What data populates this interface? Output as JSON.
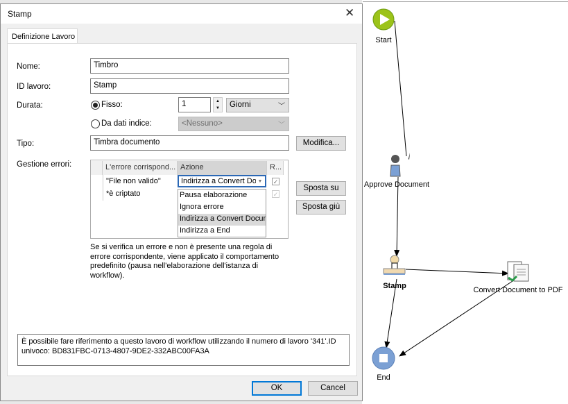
{
  "dialog": {
    "title": "Stamp",
    "tab": "Definizione Lavoro",
    "labels": {
      "nome": "Nome:",
      "id": "ID lavoro:",
      "durata": "Durata:",
      "tipo": "Tipo:",
      "errori": "Gestione errori:"
    },
    "nome": "Timbro",
    "id_lavoro": "Stamp",
    "durata": {
      "fisso_label": "Fisso:",
      "fisso_selected": true,
      "value": "1",
      "unit": "Giorni",
      "indice_label": "Da dati indice:",
      "indice_value": "<Nessuno>"
    },
    "tipo": "Timbra documento",
    "modifica": "Modifica...",
    "grid": {
      "headers": [
        "L'errore corrispond...",
        "Azione",
        "R..."
      ],
      "rows": [
        {
          "match": "\"File non valido\"",
          "action": "Indirizza a Convert Doc",
          "checked": true
        },
        {
          "match": "*è criptato",
          "action": "",
          "checked": true
        }
      ],
      "dropdown": [
        "Pausa elaborazione",
        "Ignora errore",
        "Indirizza a Convert Docum",
        "Indirizza a End"
      ],
      "dropdown_highlight": 2
    },
    "sposta_su": "Sposta su",
    "sposta_giu": "Sposta giù",
    "help": "Se si verifica un errore e non è presente una regola di errore corrispondente, viene applicato il comportamento predefinito (pausa nell'elaborazione dell'istanza di workflow).",
    "info": "È possibile fare riferimento a questo lavoro di workflow utilizzando il numero di lavoro '341'.ID univoco: BD831FBC-0713-4807-9DE2-332ABC00FA3A",
    "ok": "OK",
    "cancel": "Cancel"
  },
  "diagram": {
    "nodes": {
      "start": "Start",
      "approve": "Approve Document",
      "stamp": "Stamp",
      "convert": "Convert Document to PDF",
      "end": "End"
    },
    "colors": {
      "start": "#9cc31a",
      "end": "#7ba0d4"
    }
  }
}
